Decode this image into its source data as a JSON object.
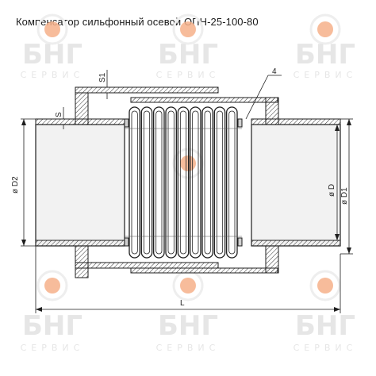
{
  "title": "Компенсатор сильфонный осевой ОПН-25-100-80",
  "watermark": {
    "brand": "БНГ",
    "sub": "СЕРВИС",
    "circle_color": "#f6b08a",
    "text_color": "#e6e6e6"
  },
  "dimensions": {
    "d2": "ø D2",
    "d1": "ø D1",
    "d": "ø D",
    "l": "L",
    "s": "S",
    "s1": "S1",
    "weld": "4"
  },
  "colors": {
    "line": "#1e1e1e",
    "hatch": "#333333",
    "metal": "#e8e8e8"
  }
}
